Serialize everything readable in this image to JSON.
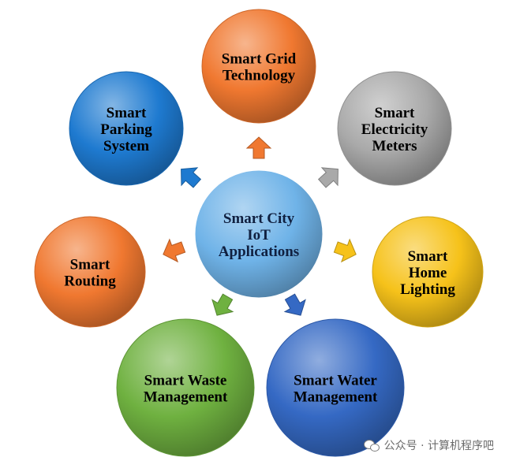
{
  "nodes": [
    {
      "id": "center",
      "lines": [
        "Smart City",
        "IoT",
        "Applications"
      ],
      "color": "#6fb3e8",
      "text_color": "#102040"
    },
    {
      "id": "grid",
      "lines": [
        "Smart Grid",
        "Technology"
      ],
      "color": "#f07830",
      "text_color": "#000000"
    },
    {
      "id": "meters",
      "lines": [
        "Smart",
        "Electricity",
        "Meters"
      ],
      "color": "#a9a9a9",
      "text_color": "#000000"
    },
    {
      "id": "lighting",
      "lines": [
        "Smart",
        "Home",
        "Lighting"
      ],
      "color": "#f6c21a",
      "text_color": "#000000"
    },
    {
      "id": "water",
      "lines": [
        "Smart Water",
        "Management"
      ],
      "color": "#3569c4",
      "text_color": "#000000"
    },
    {
      "id": "waste",
      "lines": [
        "Smart Waste",
        "Management"
      ],
      "color": "#6fb140",
      "text_color": "#000000"
    },
    {
      "id": "routing",
      "lines": [
        "Smart",
        "Routing"
      ],
      "color": "#f07830",
      "text_color": "#000000"
    },
    {
      "id": "parking",
      "lines": [
        "Smart",
        "Parking",
        "System"
      ],
      "color": "#1e7ad0",
      "text_color": "#000000"
    }
  ],
  "arrows": [
    {
      "target": "grid",
      "color": "#f07830"
    },
    {
      "target": "meters",
      "color": "#a9a9a9"
    },
    {
      "target": "lighting",
      "color": "#f6c21a"
    },
    {
      "target": "water",
      "color": "#3569c4"
    },
    {
      "target": "waste",
      "color": "#6fb140"
    },
    {
      "target": "routing",
      "color": "#f07830"
    },
    {
      "target": "parking",
      "color": "#1e7ad0"
    }
  ],
  "watermark": {
    "text": "公众号 · 计算机程序吧",
    "icon": "wechat-icon"
  }
}
